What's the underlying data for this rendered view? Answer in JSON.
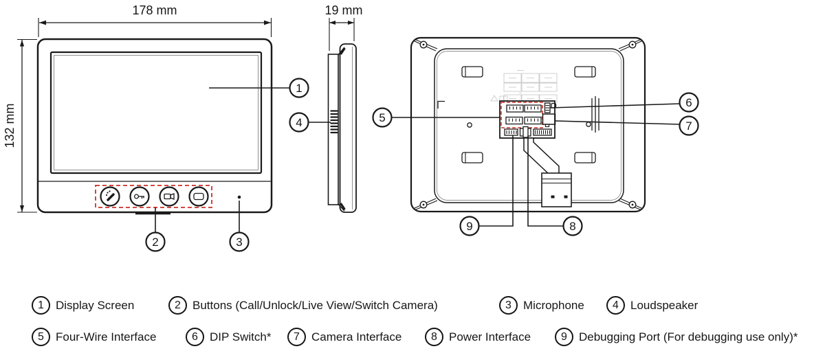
{
  "dimensions": {
    "front_width": "178 mm",
    "front_height": "132 mm",
    "side_depth": "19 mm"
  },
  "legend": {
    "items": [
      {
        "num": "1",
        "label": "Display Screen"
      },
      {
        "num": "2",
        "label": "Buttons (Call/Unlock/Live View/Switch Camera)"
      },
      {
        "num": "3",
        "label": "Microphone"
      },
      {
        "num": "4",
        "label": "Loudspeaker"
      },
      {
        "num": "5",
        "label": "Four-Wire Interface"
      },
      {
        "num": "6",
        "label": "DIP Switch*"
      },
      {
        "num": "7",
        "label": "Camera Interface"
      },
      {
        "num": "8",
        "label": "Power Interface"
      },
      {
        "num": "9",
        "label": "Debugging Port (For debugging use only)*"
      }
    ]
  },
  "colors": {
    "line": "#1a1a1a",
    "highlight": "#cc2f26",
    "faint": "#c4c4c4"
  }
}
